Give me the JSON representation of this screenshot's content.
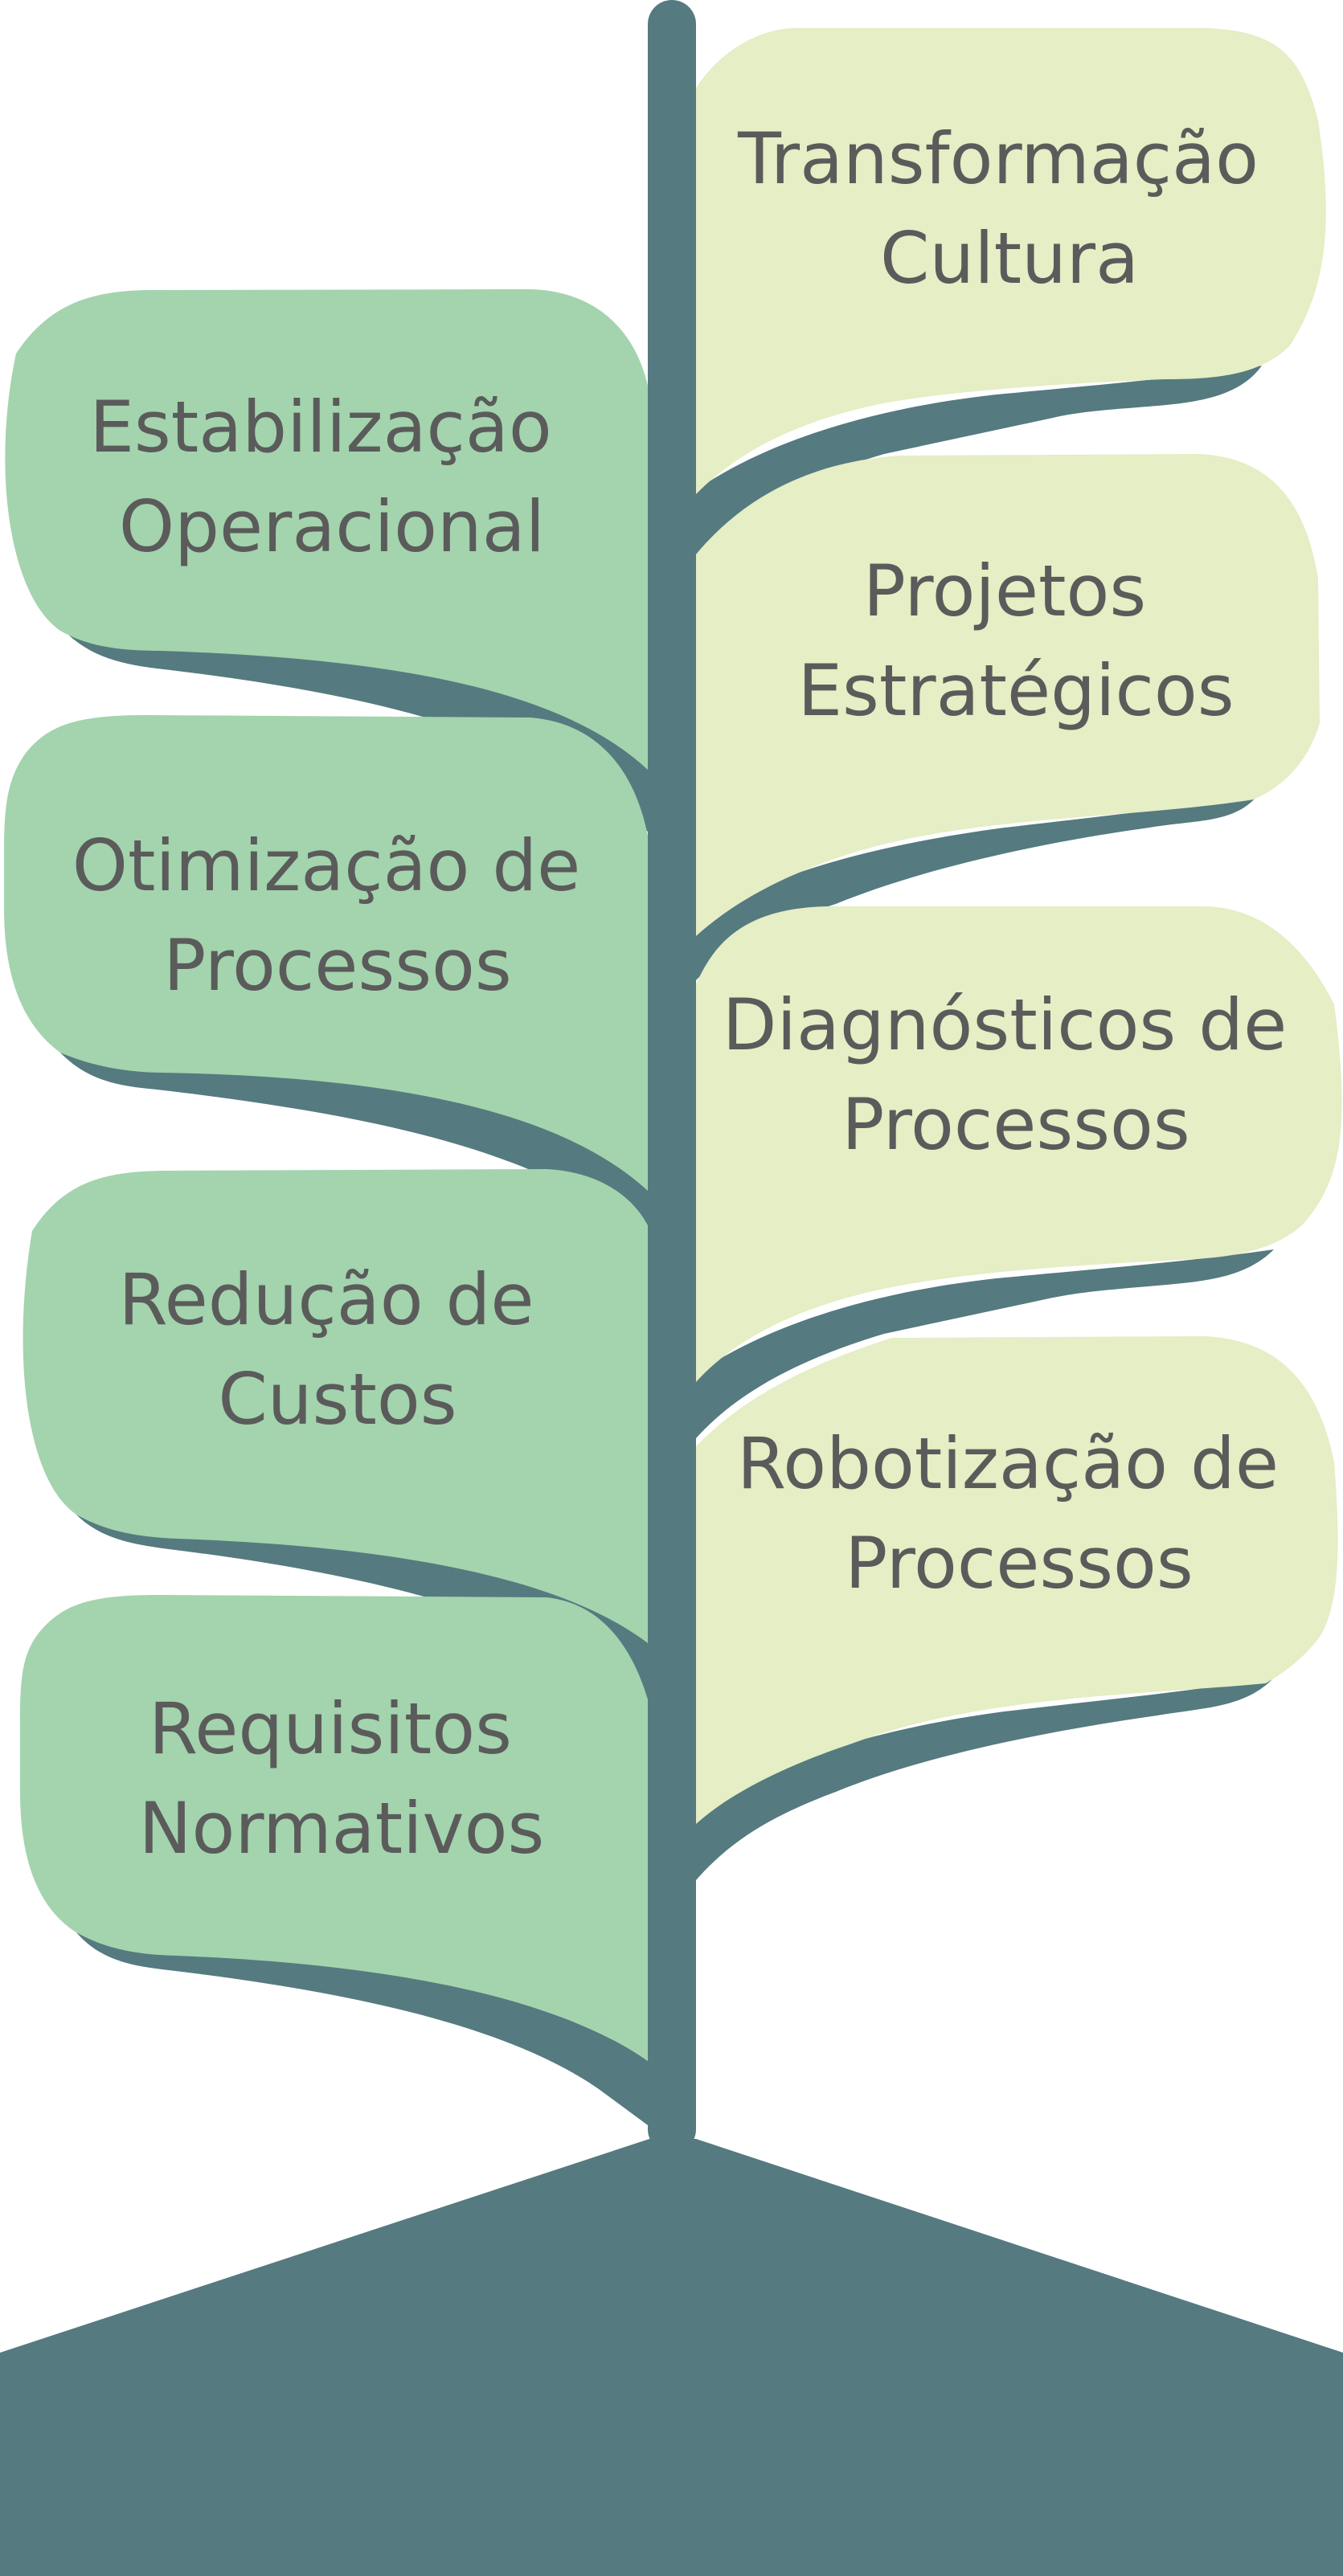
{
  "colors": {
    "trunk": "#557a80",
    "left_leaf": "#a3d4ad",
    "right_leaf": "#e5eec4",
    "text": "#5b5b5b",
    "background": "#ffffff"
  },
  "leaves_left": [
    {
      "line1": "Estabilização",
      "line2": "Operacional"
    },
    {
      "line1": "Otimização de",
      "line2": "Processos"
    },
    {
      "line1": "Redução de",
      "line2": "Custos"
    },
    {
      "line1": "Requisitos",
      "line2": "Normativos"
    }
  ],
  "leaves_right": [
    {
      "line1": "Transformação",
      "line2": "Cultura"
    },
    {
      "line1": "Projetos",
      "line2": "Estratégicos"
    },
    {
      "line1": "Diagnósticos de",
      "line2": "Processos"
    },
    {
      "line1": "Robotização de",
      "line2": "Processos"
    }
  ]
}
